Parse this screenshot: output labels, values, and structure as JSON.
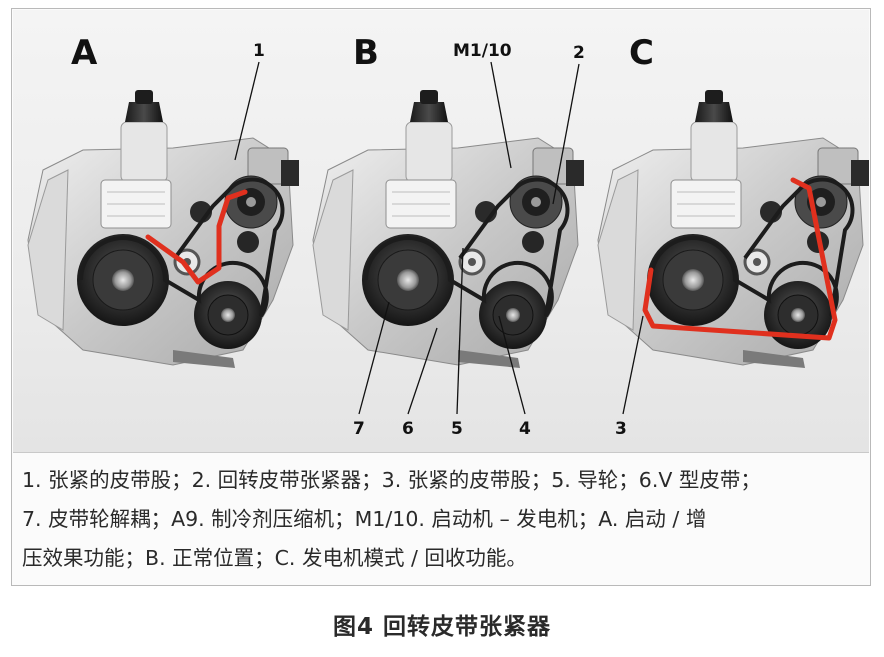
{
  "panels": [
    {
      "letter": "A"
    },
    {
      "letter": "B"
    },
    {
      "letter": "C"
    }
  ],
  "callouts": {
    "a_1": "1",
    "b_m110": "M1/10",
    "b_2": "2",
    "bottom_7": "7",
    "bottom_6": "6",
    "bottom_5": "5",
    "bottom_4": "4",
    "bottom_3": "3"
  },
  "caption": {
    "line1": "1. 张紧的皮带股；2. 回转皮带张紧器；3. 张紧的皮带股；5. 导轮；6.V 型皮带；",
    "line2": "7. 皮带轮解耦；A9. 制冷剂压缩机；M1/10. 启动机 – 发电机；A. 启动 / 增",
    "line3": "压效果功能；B. 正常位置；C. 发电机模式 / 回收功能。"
  },
  "figure_title": "图4  回转皮带张紧器",
  "colors": {
    "belt_highlight": "#e0301e",
    "engine_metal": "#d6d6d6",
    "pulley_dark": "#2b2b2b"
  }
}
